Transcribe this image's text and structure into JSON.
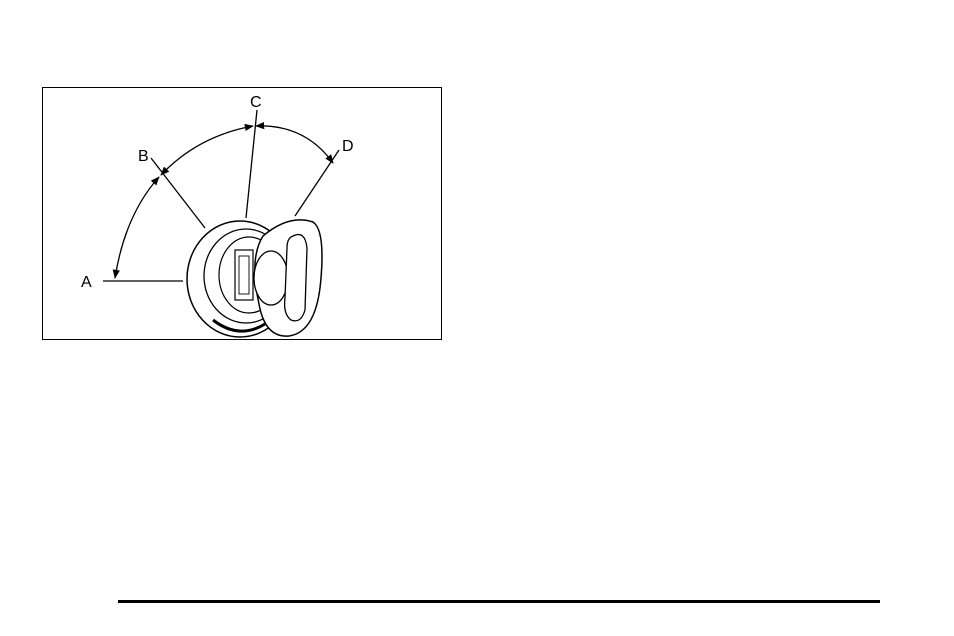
{
  "figure": {
    "callouts": {
      "a": "A",
      "b": "B",
      "c": "C",
      "d": "D"
    },
    "stroke_color": "#000000"
  }
}
